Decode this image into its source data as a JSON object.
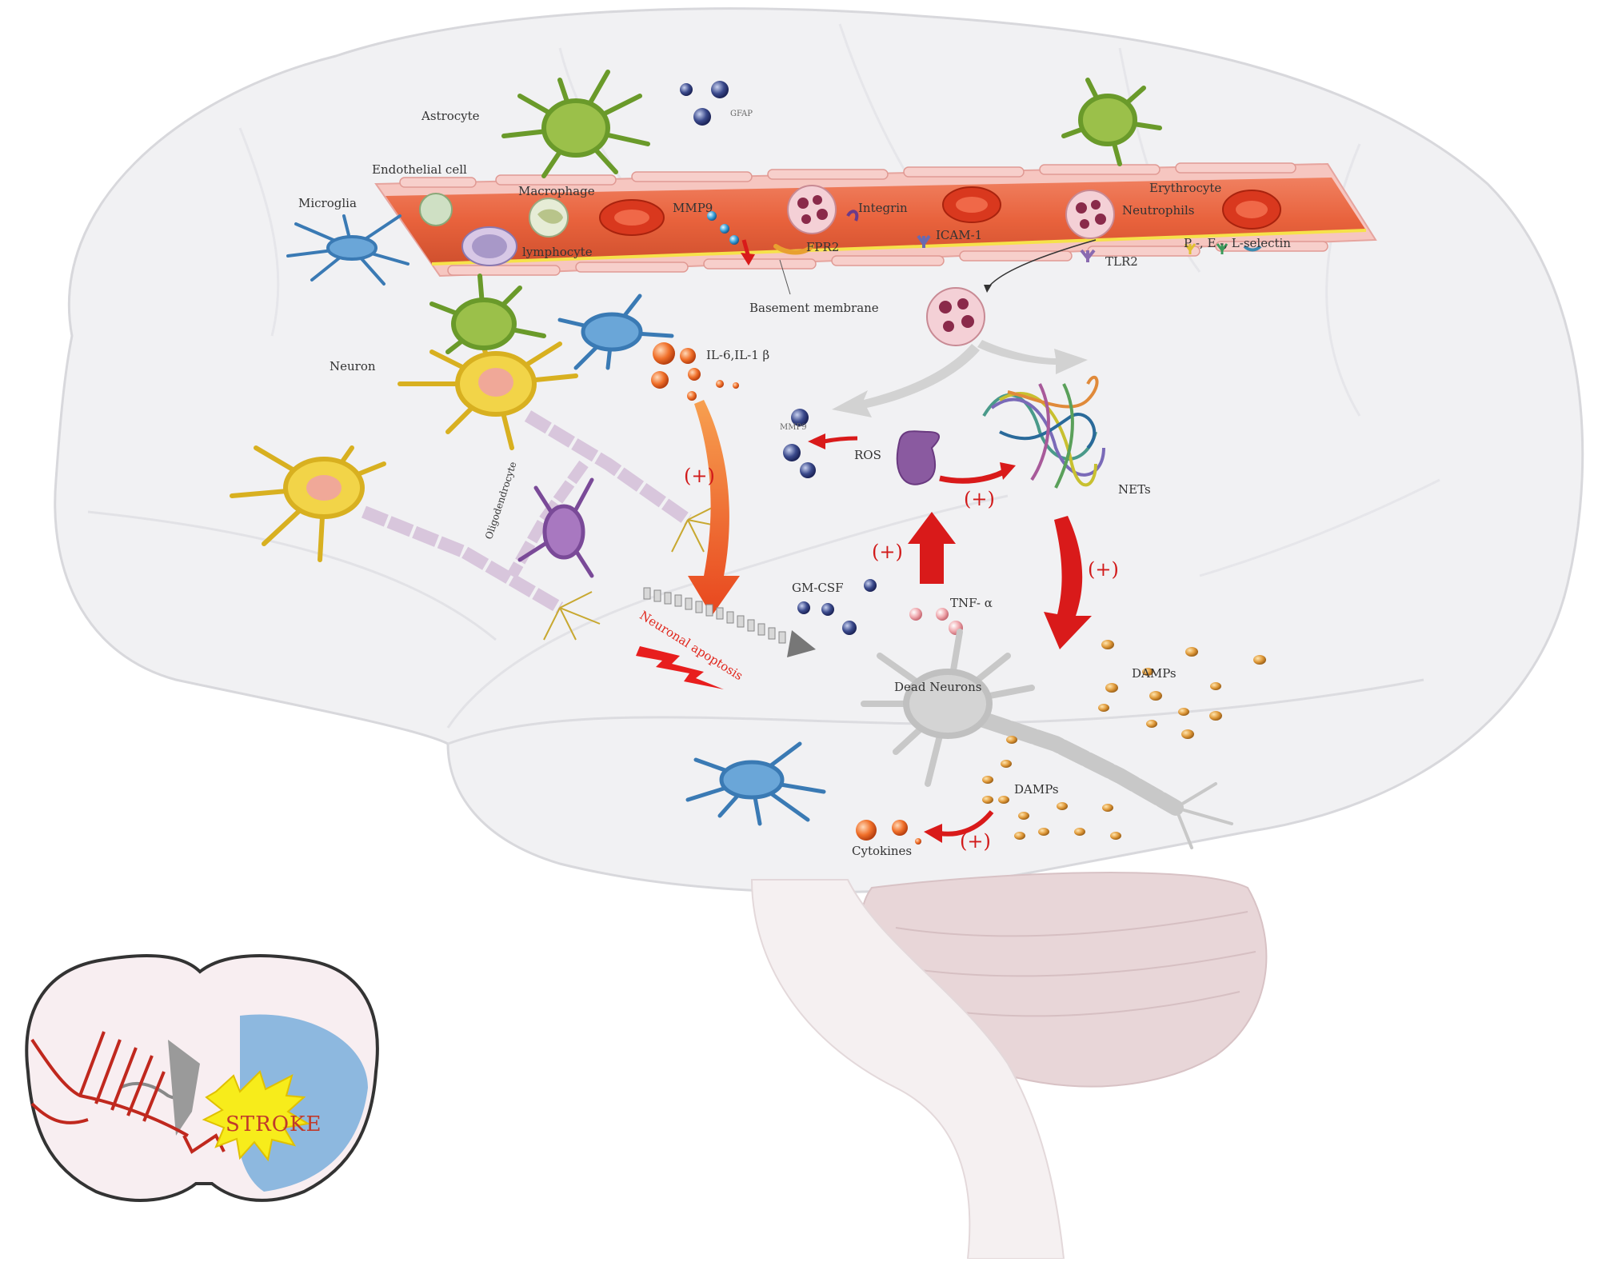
{
  "labels": {
    "astrocyte": "Astrocyte",
    "gfap": "GFAP",
    "endothelial_cell": "Endothelial cell",
    "microglia": "Microglia",
    "macrophage": "Macrophage",
    "lymphocyte": "lymphocyte",
    "mmp9_vessel": "MMP9",
    "fpr2": "FPR2",
    "integrin": "Integrin",
    "icam1": "ICAM-1",
    "erythrocyte": "Erythrocyte",
    "neutrophils": "Neutrophils",
    "tlr2": "TLR2",
    "selectin": "P -, E -, L-selectin",
    "basement_membrane": "Basement membrane",
    "neuron": "Neuron",
    "il6_il1b": "IL-6,IL-1 β",
    "mmp9": "MMP9",
    "ros": "ROS",
    "nets": "NETs",
    "oligodendrocyte": "Oligodendrocyte",
    "gm_csf": "GM-CSF",
    "tnf_a": "TNF- α",
    "neuronal_apoptosis": "Neuronal apoptosis",
    "dead_neurons": "Dead Neurons",
    "damps_1": "DAMPs",
    "damps_2": "DAMPs",
    "cytokines": "Cytokines",
    "stroke": "STROKE"
  },
  "positive_marks": {
    "p1": "(+)",
    "p2": "(+)",
    "p3": "(+)",
    "p4": "(+)",
    "p5": "(+)"
  },
  "colors": {
    "vessel": "#e8623c",
    "vessel_wall": "#f4b9b2",
    "astrocyte": "#86b53a",
    "microglia": "#4d8ec4",
    "neuron": "#f0d040",
    "oligodendrocyte": "#8e5aa8",
    "neutrophil": "#f2c4cc",
    "red_arrow": "#d91a1a",
    "orange_arrow": "#ee5a2a",
    "grey_arrow": "#cfcfcf",
    "brain": "#f0f0f2",
    "cerebellum": "#e6d4d6",
    "damp": "#e09a3a",
    "stroke_star": "#f7ec1b"
  }
}
